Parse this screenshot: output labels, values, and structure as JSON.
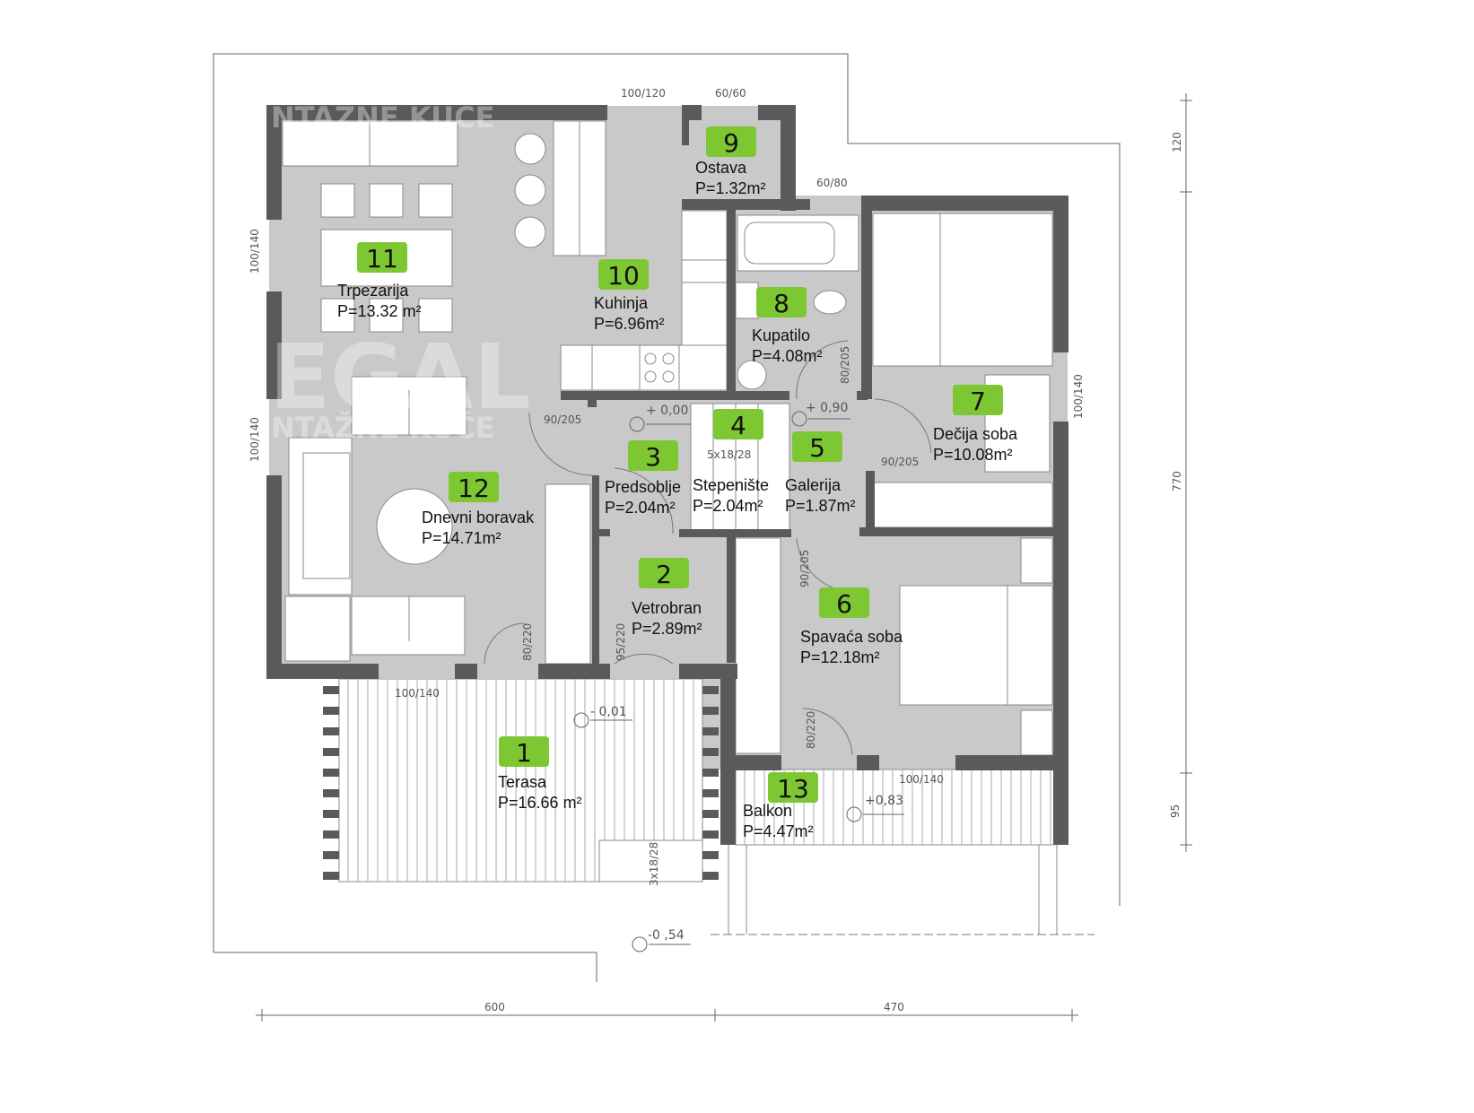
{
  "colors": {
    "label_green": "#7dc832",
    "floor": "#c9c9c9",
    "wall": "#5a5a5a"
  },
  "watermark": {
    "brand": "EGAL",
    "tagline": "NTAŽNE KUĆE"
  },
  "rooms": [
    {
      "num": "1",
      "name": "Terasa",
      "area": "P=16.66 m²"
    },
    {
      "num": "2",
      "name": "Vetrobran",
      "area": "P=2.89m²"
    },
    {
      "num": "3",
      "name": "Predsoblje",
      "area": "P=2.04m²"
    },
    {
      "num": "4",
      "name": "Stepenište",
      "area": "P=2.04m²"
    },
    {
      "num": "5",
      "name": "Galerija",
      "area": "P=1.87m²"
    },
    {
      "num": "6",
      "name": "Spavaća soba",
      "area": "P=12.18m²"
    },
    {
      "num": "7",
      "name": "Dečija soba",
      "area": "P=10.08m²"
    },
    {
      "num": "8",
      "name": "Kupatilo",
      "area": "P=4.08m²"
    },
    {
      "num": "9",
      "name": "Ostava",
      "area": "P=1.32m²"
    },
    {
      "num": "10",
      "name": "Kuhinja",
      "area": "P=6.96m²"
    },
    {
      "num": "11",
      "name": "Trpezarija",
      "area": "P=13.32 m²"
    },
    {
      "num": "12",
      "name": "Dnevni boravak",
      "area": "P=14.71m²"
    },
    {
      "num": "13",
      "name": "Balkon",
      "area": "P=4.47m²"
    }
  ],
  "openings": {
    "w_top_kitchen": "100/120",
    "w_top_ostava": "60/60",
    "w_bath": "60/80",
    "w_left_1": "100/140",
    "w_left_2": "100/140",
    "w_right": "100/140",
    "w_terrace": "100/140",
    "w_balcony": "100/140",
    "d_living": "90/205",
    "d_bath": "80/205",
    "d_child": "90/205",
    "d_bed": "90/205",
    "d_terrace": "80/220",
    "d_entry": "95/220",
    "d_balcony": "80/220",
    "stairs_main": "5x18/28",
    "stairs_terrace": "3x18/28"
  },
  "levels": {
    "predsoblje": "+ 0,00",
    "galerija": "+ 0,90",
    "terasa": "- 0,01",
    "balkon": "+0,83",
    "ground": "-0 ,54"
  },
  "dimensions": {
    "bottom_left": "600",
    "bottom_right": "470",
    "right_top": "120",
    "right_mid": "770",
    "right_bottom": "95"
  }
}
